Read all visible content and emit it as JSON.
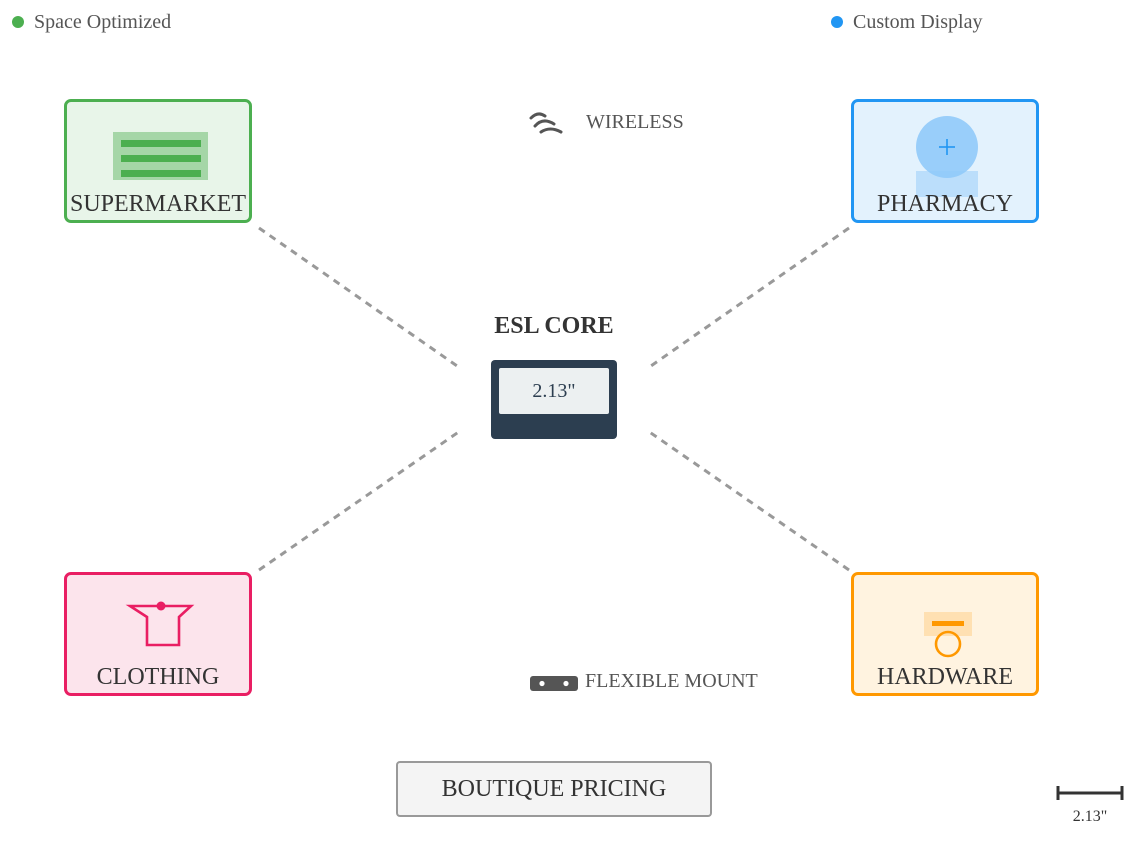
{
  "legend": [
    {
      "label": "Space Optimized",
      "color": "#4caf50"
    },
    {
      "label": "Custom Display",
      "color": "#2196f3"
    }
  ],
  "center": {
    "title": "ESL CORE",
    "screen_text": "2.13\""
  },
  "stores": {
    "supermarket": {
      "label": "SUPERMARKET",
      "border": "#4caf50",
      "fill": "#e8f5e9",
      "icon": "shelf-icon"
    },
    "pharmacy": {
      "label": "PHARMACY",
      "border": "#2196f3",
      "fill": "#e3f2fd",
      "icon": "medical-cross-icon"
    },
    "clothing": {
      "label": "CLOTHING",
      "border": "#e91e63",
      "fill": "#fce4ec",
      "icon": "shirt-icon"
    },
    "hardware": {
      "label": "HARDWARE",
      "border": "#ff9800",
      "fill": "#fff3e0",
      "icon": "tool-icon"
    }
  },
  "features": {
    "wireless": {
      "label": "WIRELESS",
      "icon": "wifi-icon"
    },
    "mount": {
      "label": "FLEXIBLE MOUNT",
      "icon": "mount-rail-icon"
    }
  },
  "button": {
    "label": "BOUTIQUE PRICING"
  },
  "scale": {
    "label": "2.13\""
  }
}
